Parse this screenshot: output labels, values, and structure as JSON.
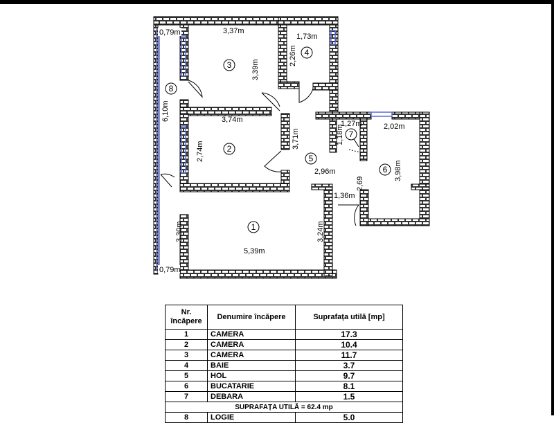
{
  "plan": {
    "dimensions": {
      "d_079_top": "0,79m",
      "d_337": "3,37m",
      "d_173": "1,73m",
      "d_226": "2,26m",
      "d_339": "3,39m",
      "d_610": "6,10m",
      "d_374": "3,74m",
      "d_371": "3,71m",
      "d_127": "1,27m",
      "d_202": "2,02m",
      "d_118": "1,18m",
      "d_274": "2,74m",
      "d_296": "2,96m",
      "d_398": "3,98m",
      "d_269": "2,69",
      "d_136": "1,36m",
      "d_330": "3,30m",
      "d_324": "3,24m",
      "d_539": "5,39m",
      "d_079_bottom": "0,79m"
    },
    "room_markers": [
      "1",
      "2",
      "3",
      "4",
      "5",
      "6",
      "7",
      "8"
    ]
  },
  "table": {
    "headers": [
      "Nr. încăpere",
      "Denumire încăpere",
      "Suprafața utilă [mp]"
    ],
    "rows": [
      {
        "nr": "1",
        "name": "CAMERA",
        "area": "17.3"
      },
      {
        "nr": "2",
        "name": "CAMERA",
        "area": "10.4"
      },
      {
        "nr": "3",
        "name": "CAMERA",
        "area": "11.7"
      },
      {
        "nr": "4",
        "name": "BAIE",
        "area": "3.7"
      },
      {
        "nr": "5",
        "name": "HOL",
        "area": "9.7"
      },
      {
        "nr": "6",
        "name": "BUCATARIE",
        "area": "8.1"
      },
      {
        "nr": "7",
        "name": "DEBARA",
        "area": "1.5"
      }
    ],
    "total_label": "SUPRAFAȚA UTILĂ =",
    "total_value": "62.4 mp",
    "extra_row": {
      "nr": "8",
      "name": "LOGIE",
      "area": "5.0"
    }
  },
  "colors": {
    "wall_fill": "#ffffff",
    "wall_stroke": "#000000",
    "window": "#5b6bd6",
    "background": "#ffffff"
  }
}
